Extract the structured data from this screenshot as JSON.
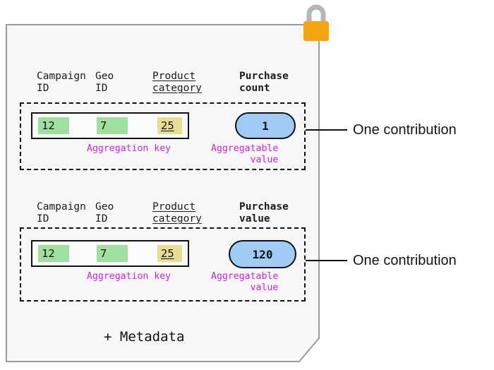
{
  "figure": {
    "title_text": "",
    "sheet_label": "encrypted-report-sheet",
    "lock_icon": "padlock-icon"
  },
  "colors": {
    "sheet_fill": "#f7f7f7",
    "sheet_border": "#9a9a9a",
    "key_chip_green": "#9fe09f",
    "key_chip_yellow": "#e9dd92",
    "value_pill_blue": "#9fcbf5",
    "annotation_magenta": "#cc22dd",
    "lock_body_orange": "#f5a512",
    "lock_shackle_gray": "#b5b5b5",
    "outline_black": "#111111"
  },
  "contributions": [
    {
      "id": "contribution-1",
      "headers": [
        {
          "text": "Campaign\nID",
          "bold": false,
          "underline": false
        },
        {
          "text": "Geo\nID",
          "bold": false,
          "underline": false
        },
        {
          "text": "Product\ncategory",
          "bold": false,
          "underline": true
        },
        {
          "text": "Purchase\ncount",
          "bold": true,
          "underline": false
        }
      ],
      "key_values": [
        {
          "value": "12",
          "color": "green",
          "underline": false
        },
        {
          "value": "7",
          "color": "green",
          "underline": false
        },
        {
          "value": "25",
          "color": "yellow",
          "underline": true
        }
      ],
      "aggregatable_value": "1",
      "key_caption": "Aggregation key",
      "value_caption": "Aggregatable\n       value",
      "callout_label": "One contribution"
    },
    {
      "id": "contribution-2",
      "headers": [
        {
          "text": "Campaign\nID",
          "bold": false,
          "underline": false
        },
        {
          "text": "Geo\nID",
          "bold": false,
          "underline": false
        },
        {
          "text": "Product\ncategory",
          "bold": false,
          "underline": true
        },
        {
          "text": "Purchase\nvalue",
          "bold": true,
          "underline": false
        }
      ],
      "key_values": [
        {
          "value": "12",
          "color": "green",
          "underline": false
        },
        {
          "value": "7",
          "color": "green",
          "underline": false
        },
        {
          "value": "25",
          "color": "yellow",
          "underline": true
        }
      ],
      "aggregatable_value": "120",
      "key_caption": "Aggregation key",
      "value_caption": "Aggregatable\n       value",
      "callout_label": "One contribution"
    }
  ],
  "footer": {
    "metadata_label": "+ Metadata"
  }
}
